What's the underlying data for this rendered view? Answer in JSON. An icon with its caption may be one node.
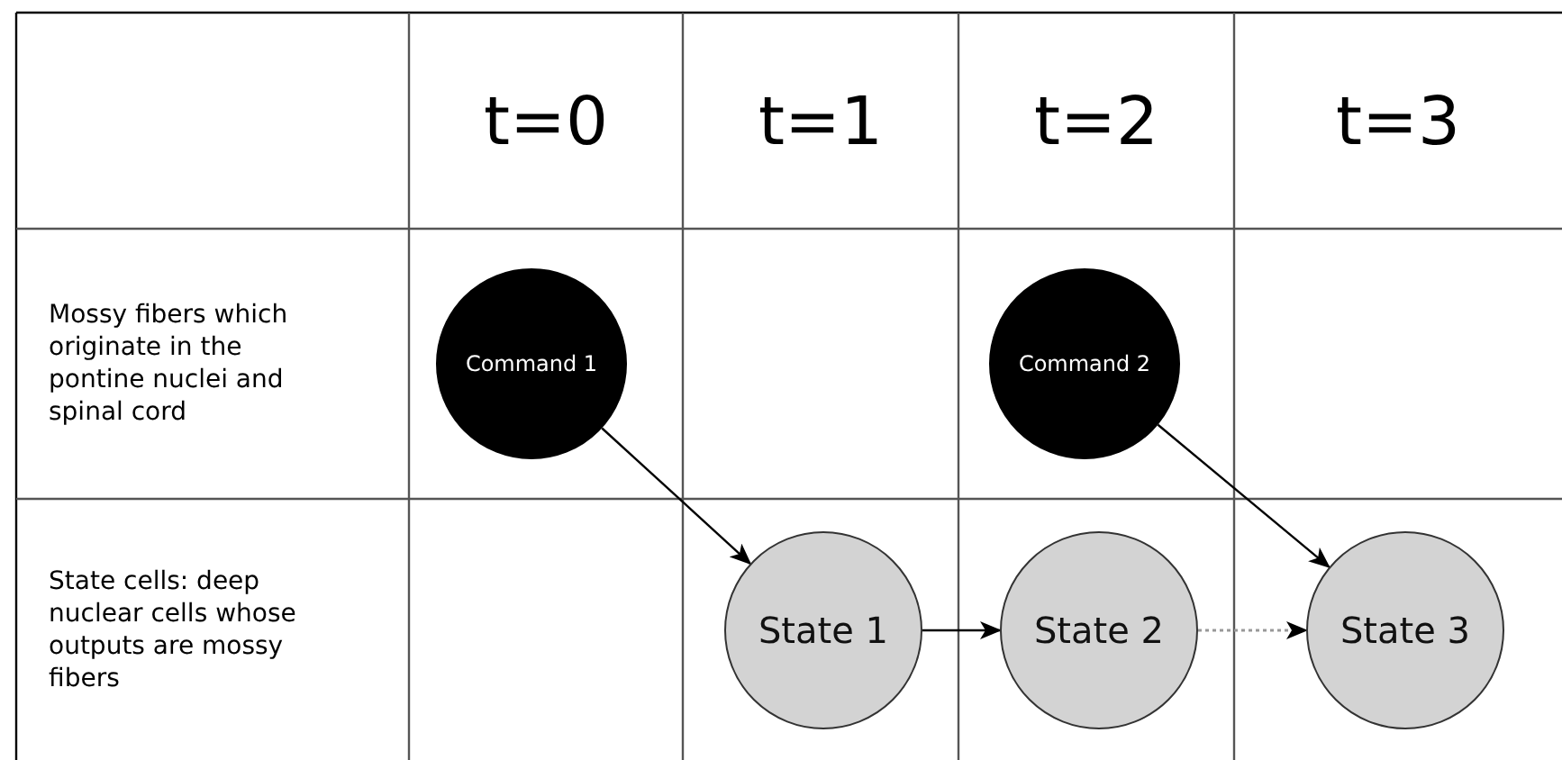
{
  "diagram": {
    "nodes": [
      {
        "text": [
          "Command 1"
        ]
      },
      {
        "text": [
          "Command 2"
        ]
      },
      {
        "text": [
          "State 1"
        ]
      },
      {
        "text": [
          "State 2"
        ]
      },
      {
        "text": [
          "State 3"
        ]
      }
    ],
    "edges": [
      {
        "from": 0,
        "to": 2,
        "arrow": "to"
      },
      {
        "from": 2,
        "to": 3,
        "arrow": "to"
      },
      {
        "from": 3,
        "to": 4,
        "arrow": "to",
        "style": "dashed",
        "color": "#999999"
      },
      {
        "from": 1,
        "to": 4,
        "arrow": "to"
      }
    ],
    "labels": [
      "t=0",
      "t=1",
      "t=2",
      "t=3",
      "Mossy fibers which originate in the pontine nuclei and spinal cord",
      "State cells: deep nuclear cells whose outputs are mossy fibers"
    ]
  }
}
